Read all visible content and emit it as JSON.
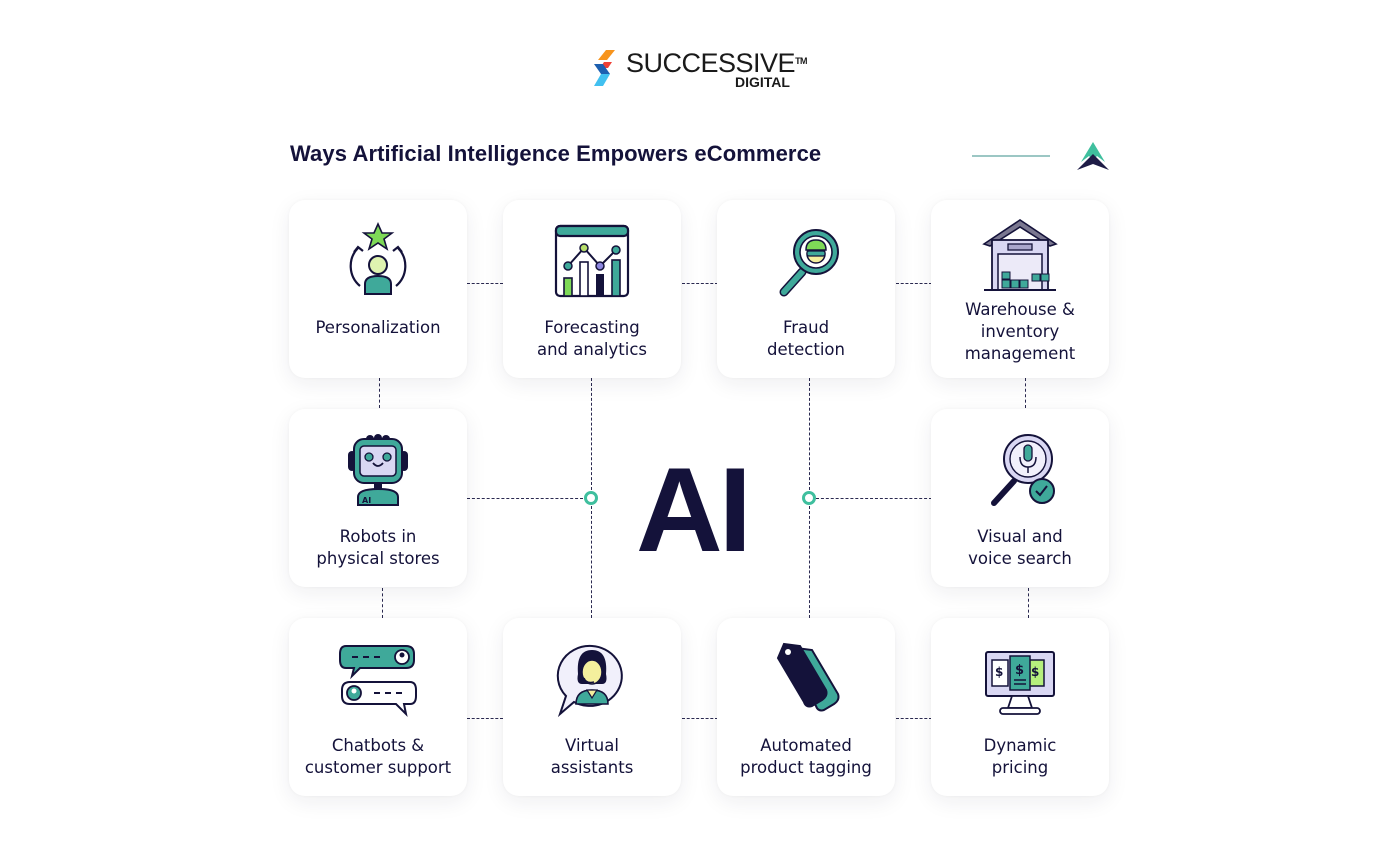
{
  "brand": {
    "name": "SUCCESSIVE",
    "trademark": "TM",
    "sub": "DIGITAL",
    "logo_icon": "successive-logo-icon",
    "colors": {
      "orange": "#f7941d",
      "red": "#ee4036",
      "blue": "#1ea4e9",
      "light_blue": "#41c0f0"
    }
  },
  "header": {
    "title": "Ways Artificial Intelligence Empowers eCommerce",
    "mark_icon": "mountain-peak-icon",
    "accent": "#3fbf9e"
  },
  "center": {
    "label": "AI"
  },
  "colors": {
    "navy": "#14123a",
    "teal": "#3fbf9e",
    "dashed_line": "#2a2950",
    "lime": "#7ed957",
    "lavender": "#d9d7f3"
  },
  "cards": [
    {
      "id": "personalization",
      "label": "Personalization",
      "icon": "person-star-icon"
    },
    {
      "id": "forecasting",
      "label": "Forecasting\nand analytics",
      "icon": "analytics-chart-icon"
    },
    {
      "id": "fraud",
      "label": "Fraud\ndetection",
      "icon": "magnifier-thief-icon"
    },
    {
      "id": "warehouse",
      "label": "Warehouse &\ninventory\nmanagement",
      "icon": "warehouse-icon"
    },
    {
      "id": "robots",
      "label": "Robots in\nphysical stores",
      "icon": "robot-icon"
    },
    {
      "id": "visual-voice",
      "label": "Visual and\nvoice search",
      "icon": "voice-search-icon"
    },
    {
      "id": "chatbots",
      "label": "Chatbots &\ncustomer support",
      "icon": "chat-bubbles-icon"
    },
    {
      "id": "virtual-assistants",
      "label": "Virtual\nassistants",
      "icon": "headset-agent-icon"
    },
    {
      "id": "tagging",
      "label": "Automated\nproduct tagging",
      "icon": "price-tags-icon"
    },
    {
      "id": "pricing",
      "label": "Dynamic\npricing",
      "icon": "monitor-dollar-icon"
    }
  ]
}
